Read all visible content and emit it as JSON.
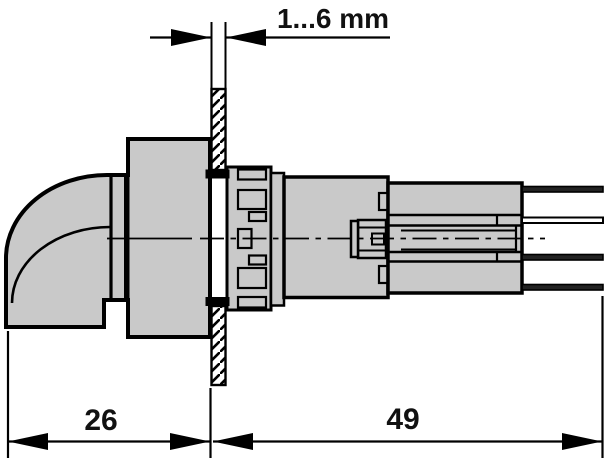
{
  "diagram": {
    "type": "technical dimension drawing",
    "subject": "lever actuator through-panel mounting, side cross-section view",
    "dimension_labels": {
      "panel_thickness": "1...6 mm",
      "front_depth": "26",
      "rear_depth": "49"
    },
    "colors": {
      "background": "#ffffff",
      "part_fill": "#c9c9c9",
      "line": "#000000"
    }
  }
}
